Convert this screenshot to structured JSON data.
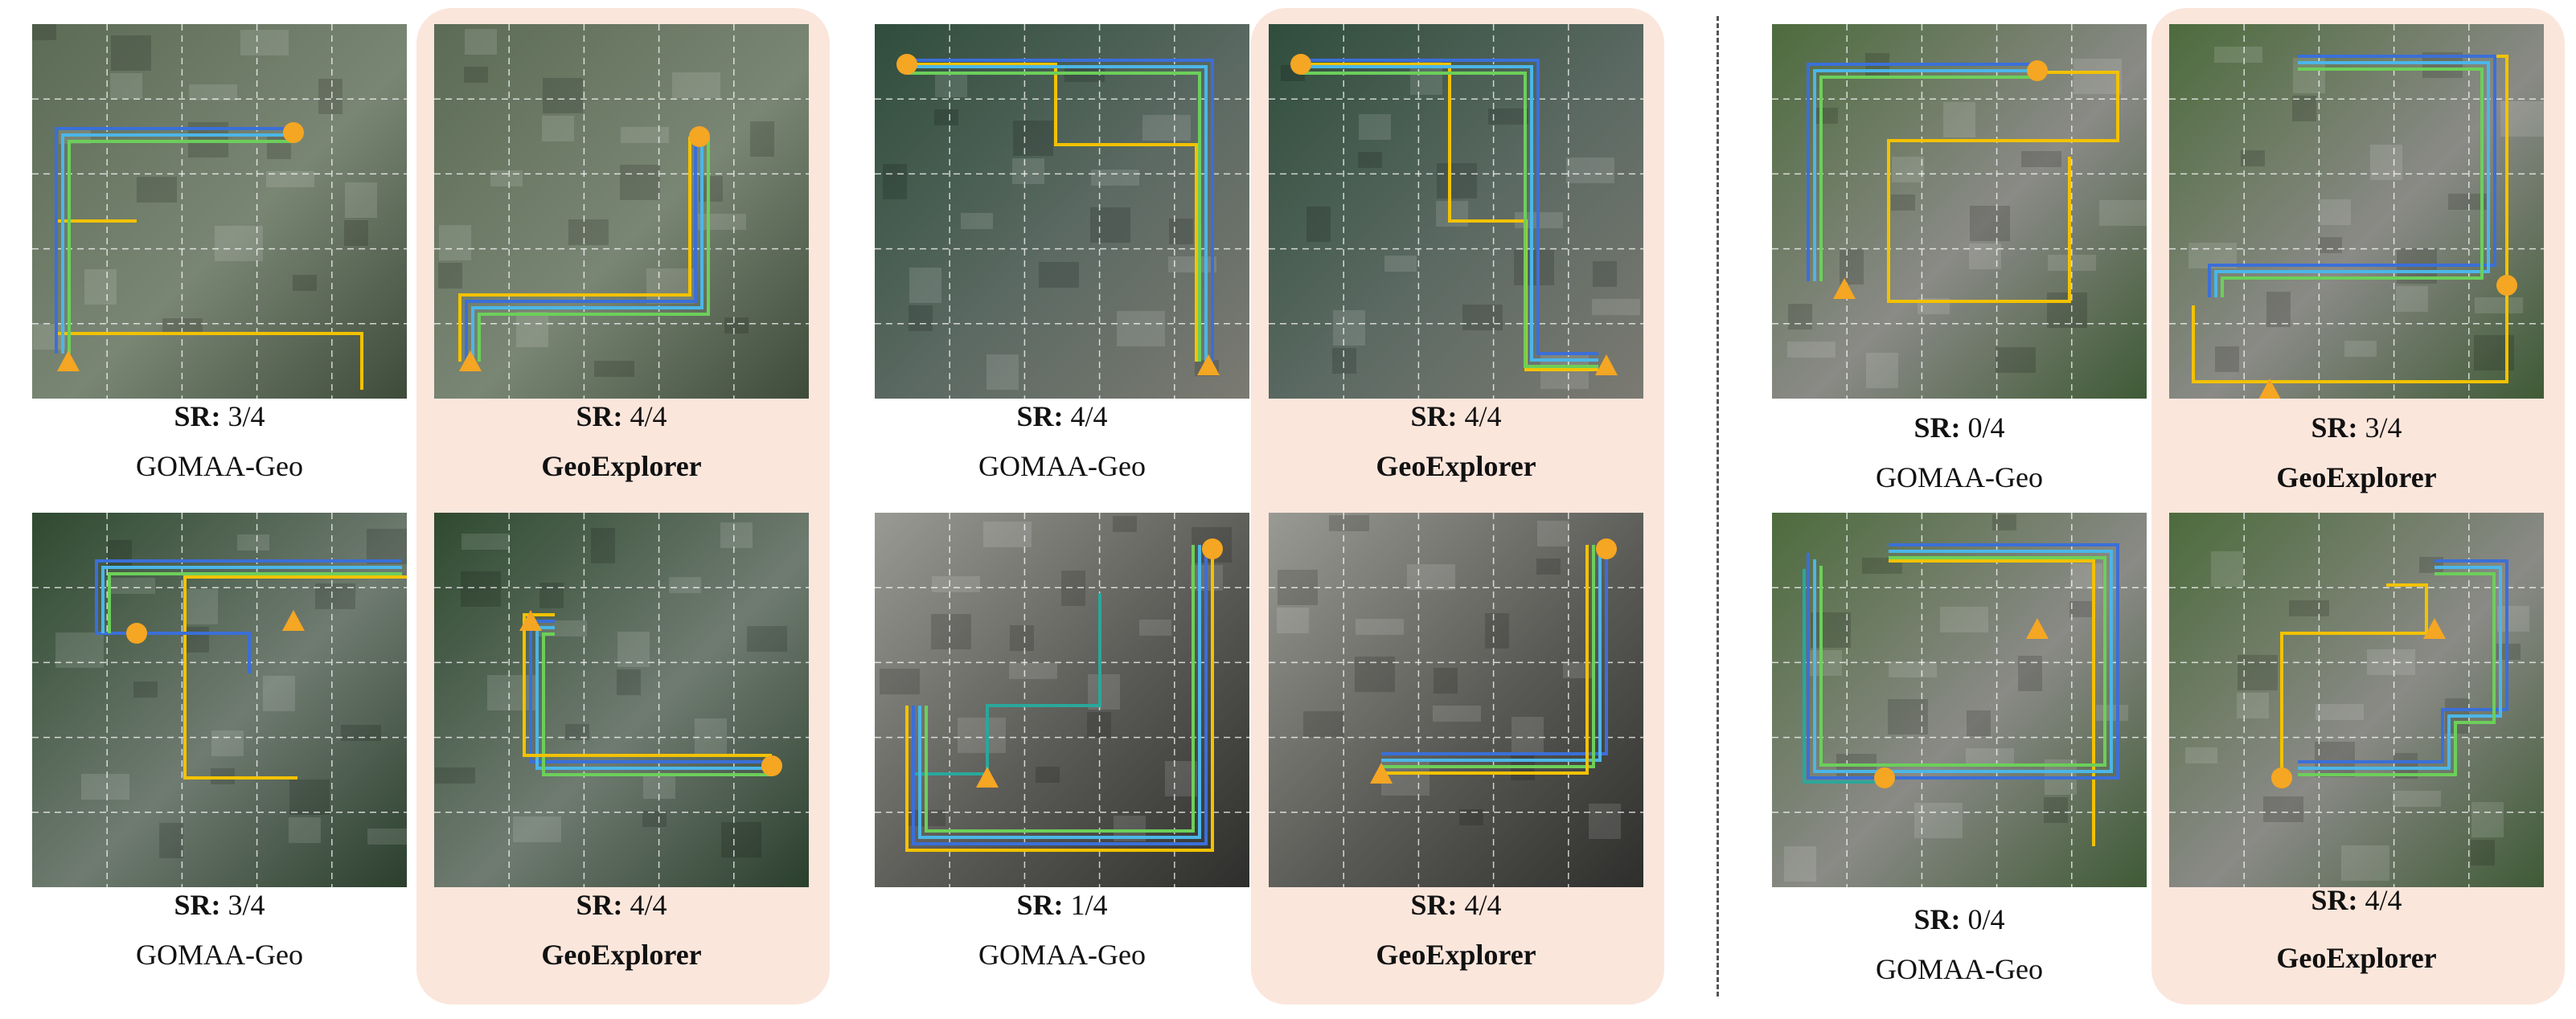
{
  "sr_label": "SR:",
  "colors": {
    "highlight": "#fbe6dc",
    "start_end": "#f5a623",
    "path_yellow": "#f2c200",
    "path_blue": "#3b6fd8",
    "path_lightblue": "#4bb6e8",
    "path_green": "#6ccf5a",
    "path_teal": "#2aa79b"
  },
  "panels": [
    {
      "id": "p1",
      "score": "3/4",
      "method": "GOMAA-Geo",
      "bold": false,
      "bg": [
        "#5b6b55",
        "#7a8674",
        "#3f4b3a"
      ]
    },
    {
      "id": "p2",
      "score": "4/4",
      "method": "GeoExplorer",
      "bold": true,
      "bg": [
        "#5b6b55",
        "#7a8674",
        "#3f4b3a"
      ]
    },
    {
      "id": "p3",
      "score": "4/4",
      "method": "GOMAA-Geo",
      "bold": false,
      "bg": [
        "#2f4d3c",
        "#5c6a63",
        "#7b7a72"
      ]
    },
    {
      "id": "p4",
      "score": "4/4",
      "method": "GeoExplorer",
      "bold": true,
      "bg": [
        "#2f4d3c",
        "#5c6a63",
        "#7b7a72"
      ]
    },
    {
      "id": "p5",
      "score": "0/4",
      "method": "GOMAA-Geo",
      "bold": false,
      "bg": [
        "#4d6b3d",
        "#8a8a86",
        "#3f5a36"
      ]
    },
    {
      "id": "p6",
      "score": "3/4",
      "method": "GeoExplorer",
      "bold": true,
      "bg": [
        "#4d6b3d",
        "#8a8a86",
        "#3f5a36"
      ]
    },
    {
      "id": "p7",
      "score": "3/4",
      "method": "GOMAA-Geo",
      "bold": false,
      "bg": [
        "#2f4a30",
        "#6f7b70",
        "#2b3f2d"
      ]
    },
    {
      "id": "p8",
      "score": "4/4",
      "method": "GeoExplorer",
      "bold": true,
      "bg": [
        "#2f4a30",
        "#6f7b70",
        "#2b3f2d"
      ]
    },
    {
      "id": "p9",
      "score": "1/4",
      "method": "GOMAA-Geo",
      "bold": false,
      "bg": [
        "#9a9a94",
        "#5a5a56",
        "#2e2e2c"
      ]
    },
    {
      "id": "p10",
      "score": "4/4",
      "method": "GeoExplorer",
      "bold": true,
      "bg": [
        "#9a9a94",
        "#5a5a56",
        "#2e2e2c"
      ]
    },
    {
      "id": "p11",
      "score": "0/4",
      "method": "GOMAA-Geo",
      "bold": false,
      "bg": [
        "#4d6b3d",
        "#8a8a86",
        "#3f5a36"
      ]
    },
    {
      "id": "p12",
      "score": "4/4",
      "method": "GeoExplorer",
      "bold": true,
      "bg": [
        "#4d6b3d",
        "#8a8a86",
        "#3f5a36"
      ]
    }
  ]
}
